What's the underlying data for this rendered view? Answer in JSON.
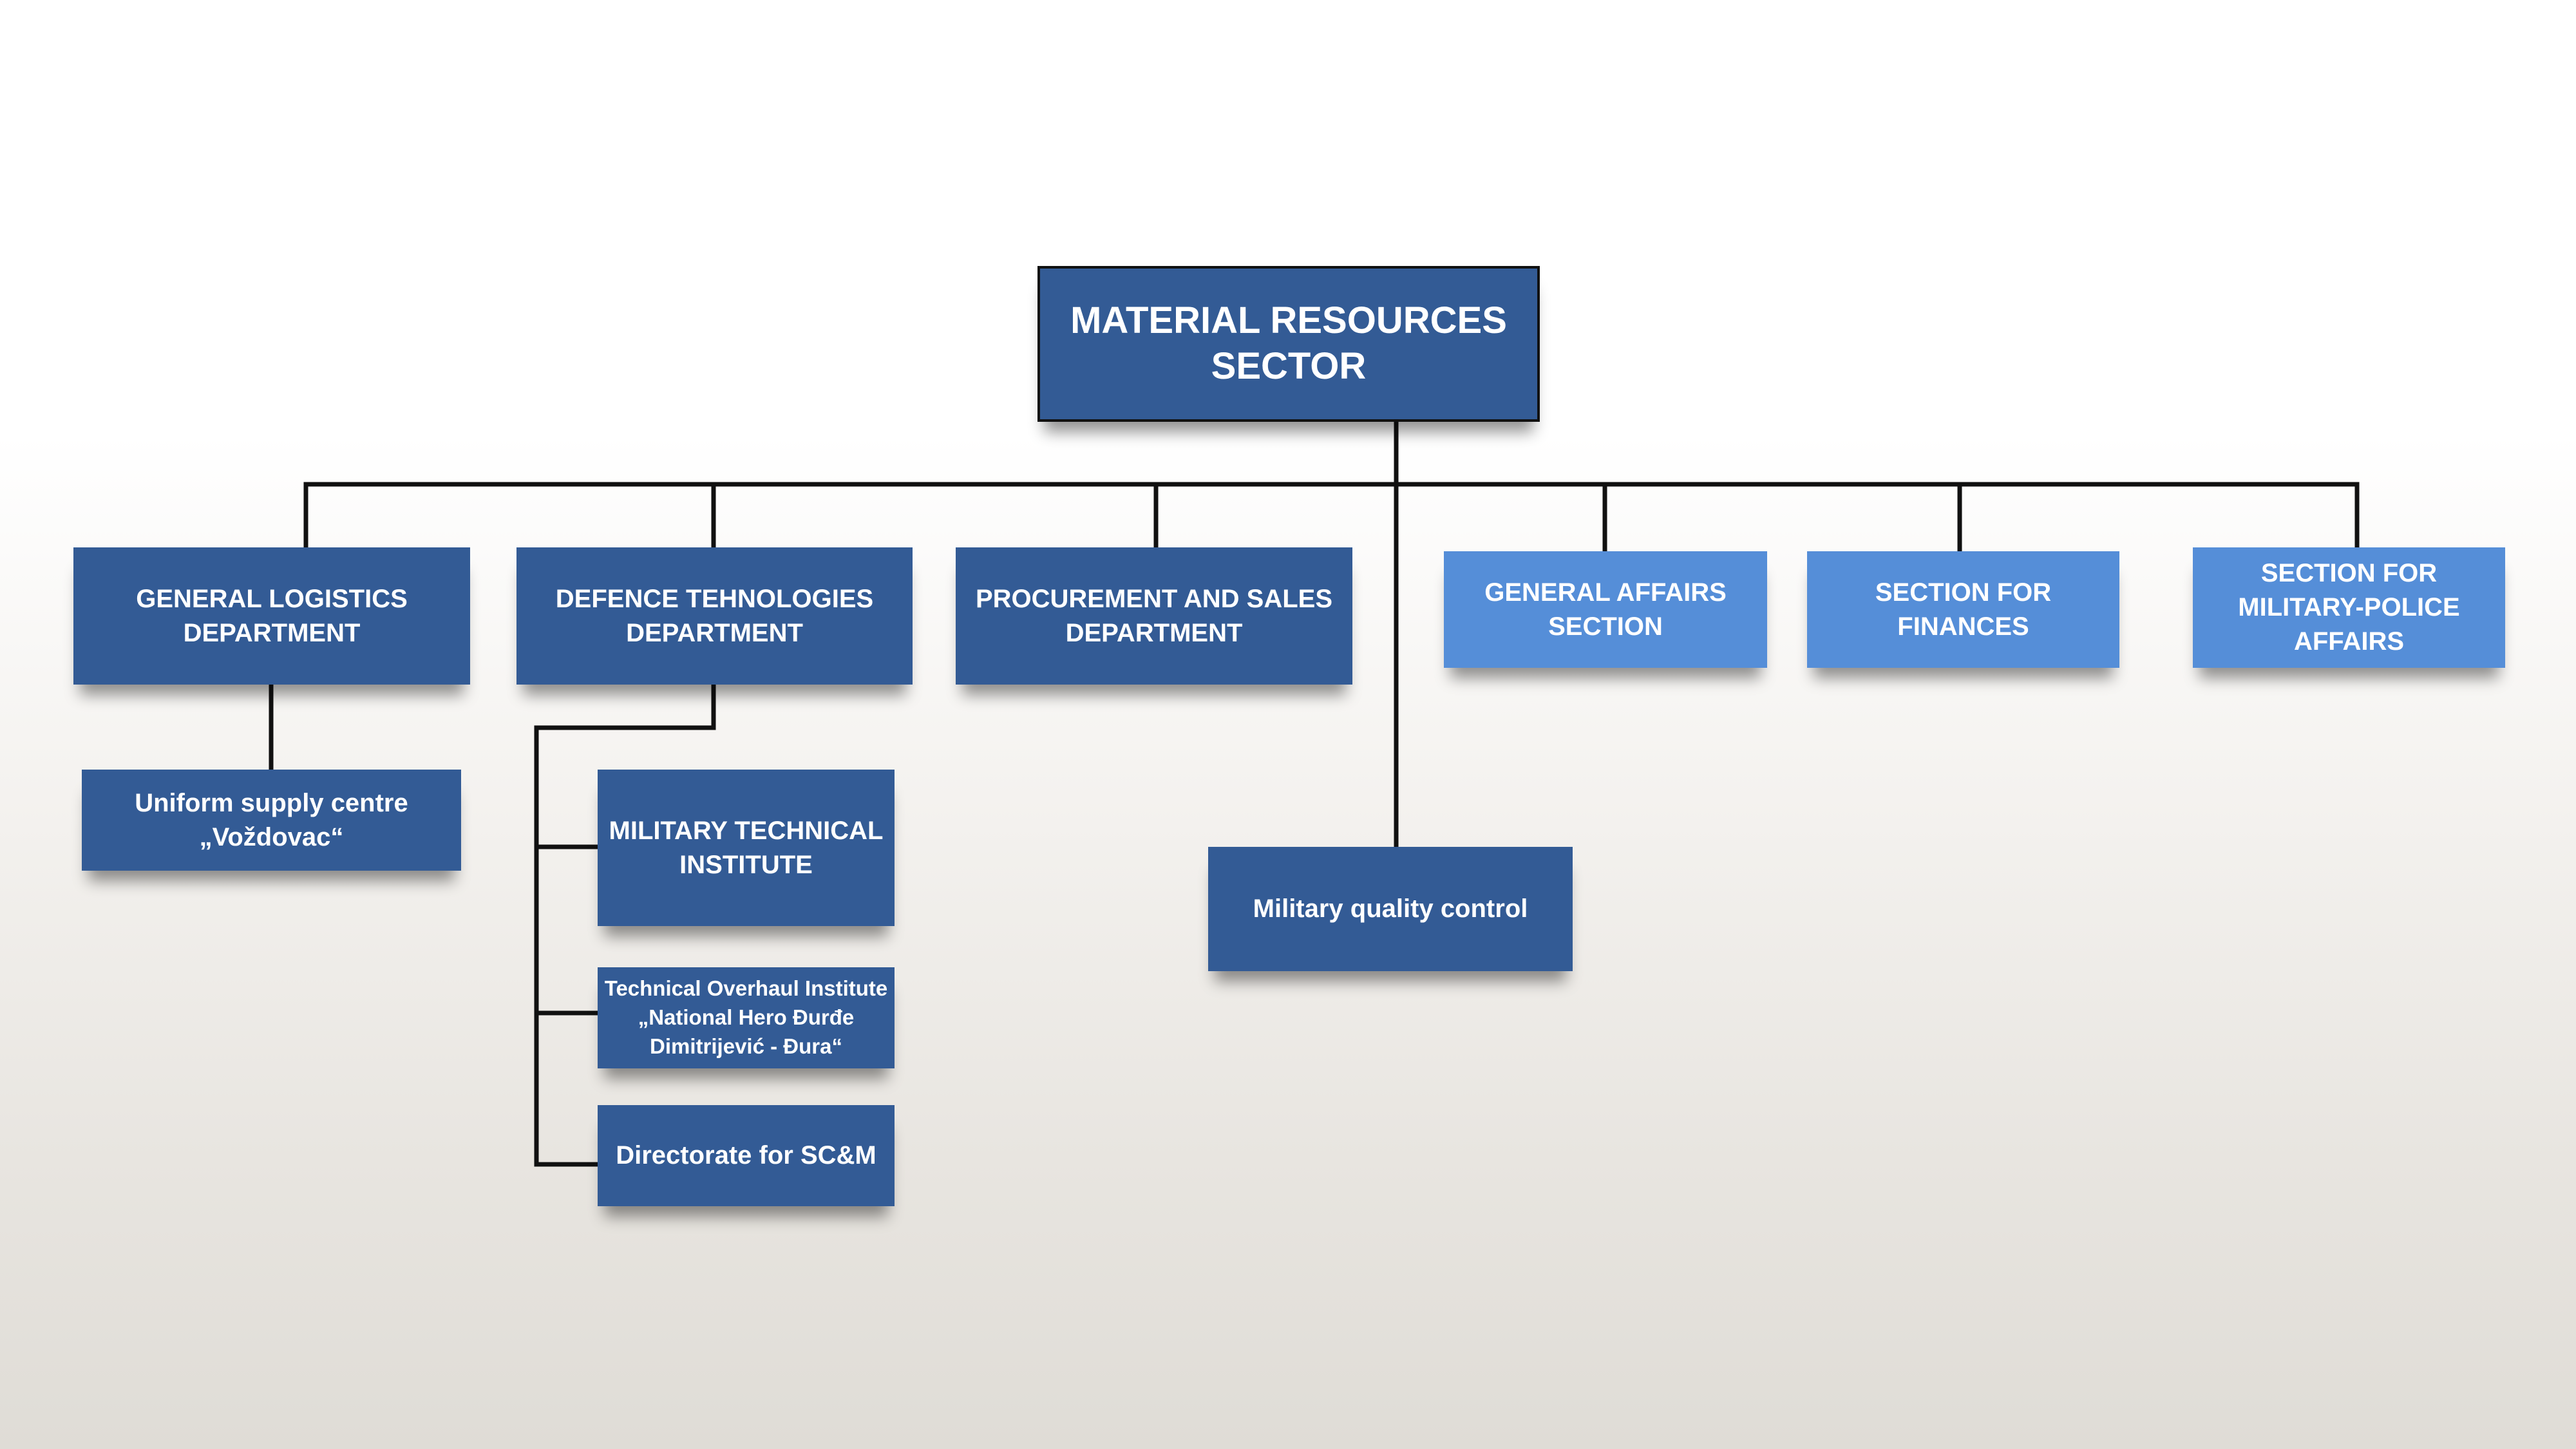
{
  "chart": {
    "root": {
      "label": "MATERIAL RESOURCES\nSECTOR"
    },
    "departments": {
      "general_logistics": "GENERAL LOGISTICS\nDEPARTMENT",
      "defence_technologies": "DEFENCE TEHNOLOGIES\nDEPARTMENT",
      "procurement_sales": "PROCUREMENT AND SALES\nDEPARTMENT",
      "general_affairs": "GENERAL AFFAIRS\nSECTION",
      "finances": "SECTION FOR\nFINANCES",
      "military_police": "SECTION FOR\nMILITARY-POLICE\nAFFAIRS"
    },
    "units": {
      "uniform_supply": "Uniform supply centre\n„Voždovac“",
      "military_technical_institute": "MILITARY TECHNICAL\nINSTITUTE",
      "technical_overhaul": "Technical Overhaul Institute\n„National Hero Đurđe\nDimitrijević - Đura“",
      "directorate_scm": "Directorate for SC&M",
      "military_quality_control": "Military quality control"
    }
  },
  "colors": {
    "dark_box": "#335b95",
    "light_box": "#558ed8",
    "line": "#111111",
    "text": "#ffffff"
  }
}
